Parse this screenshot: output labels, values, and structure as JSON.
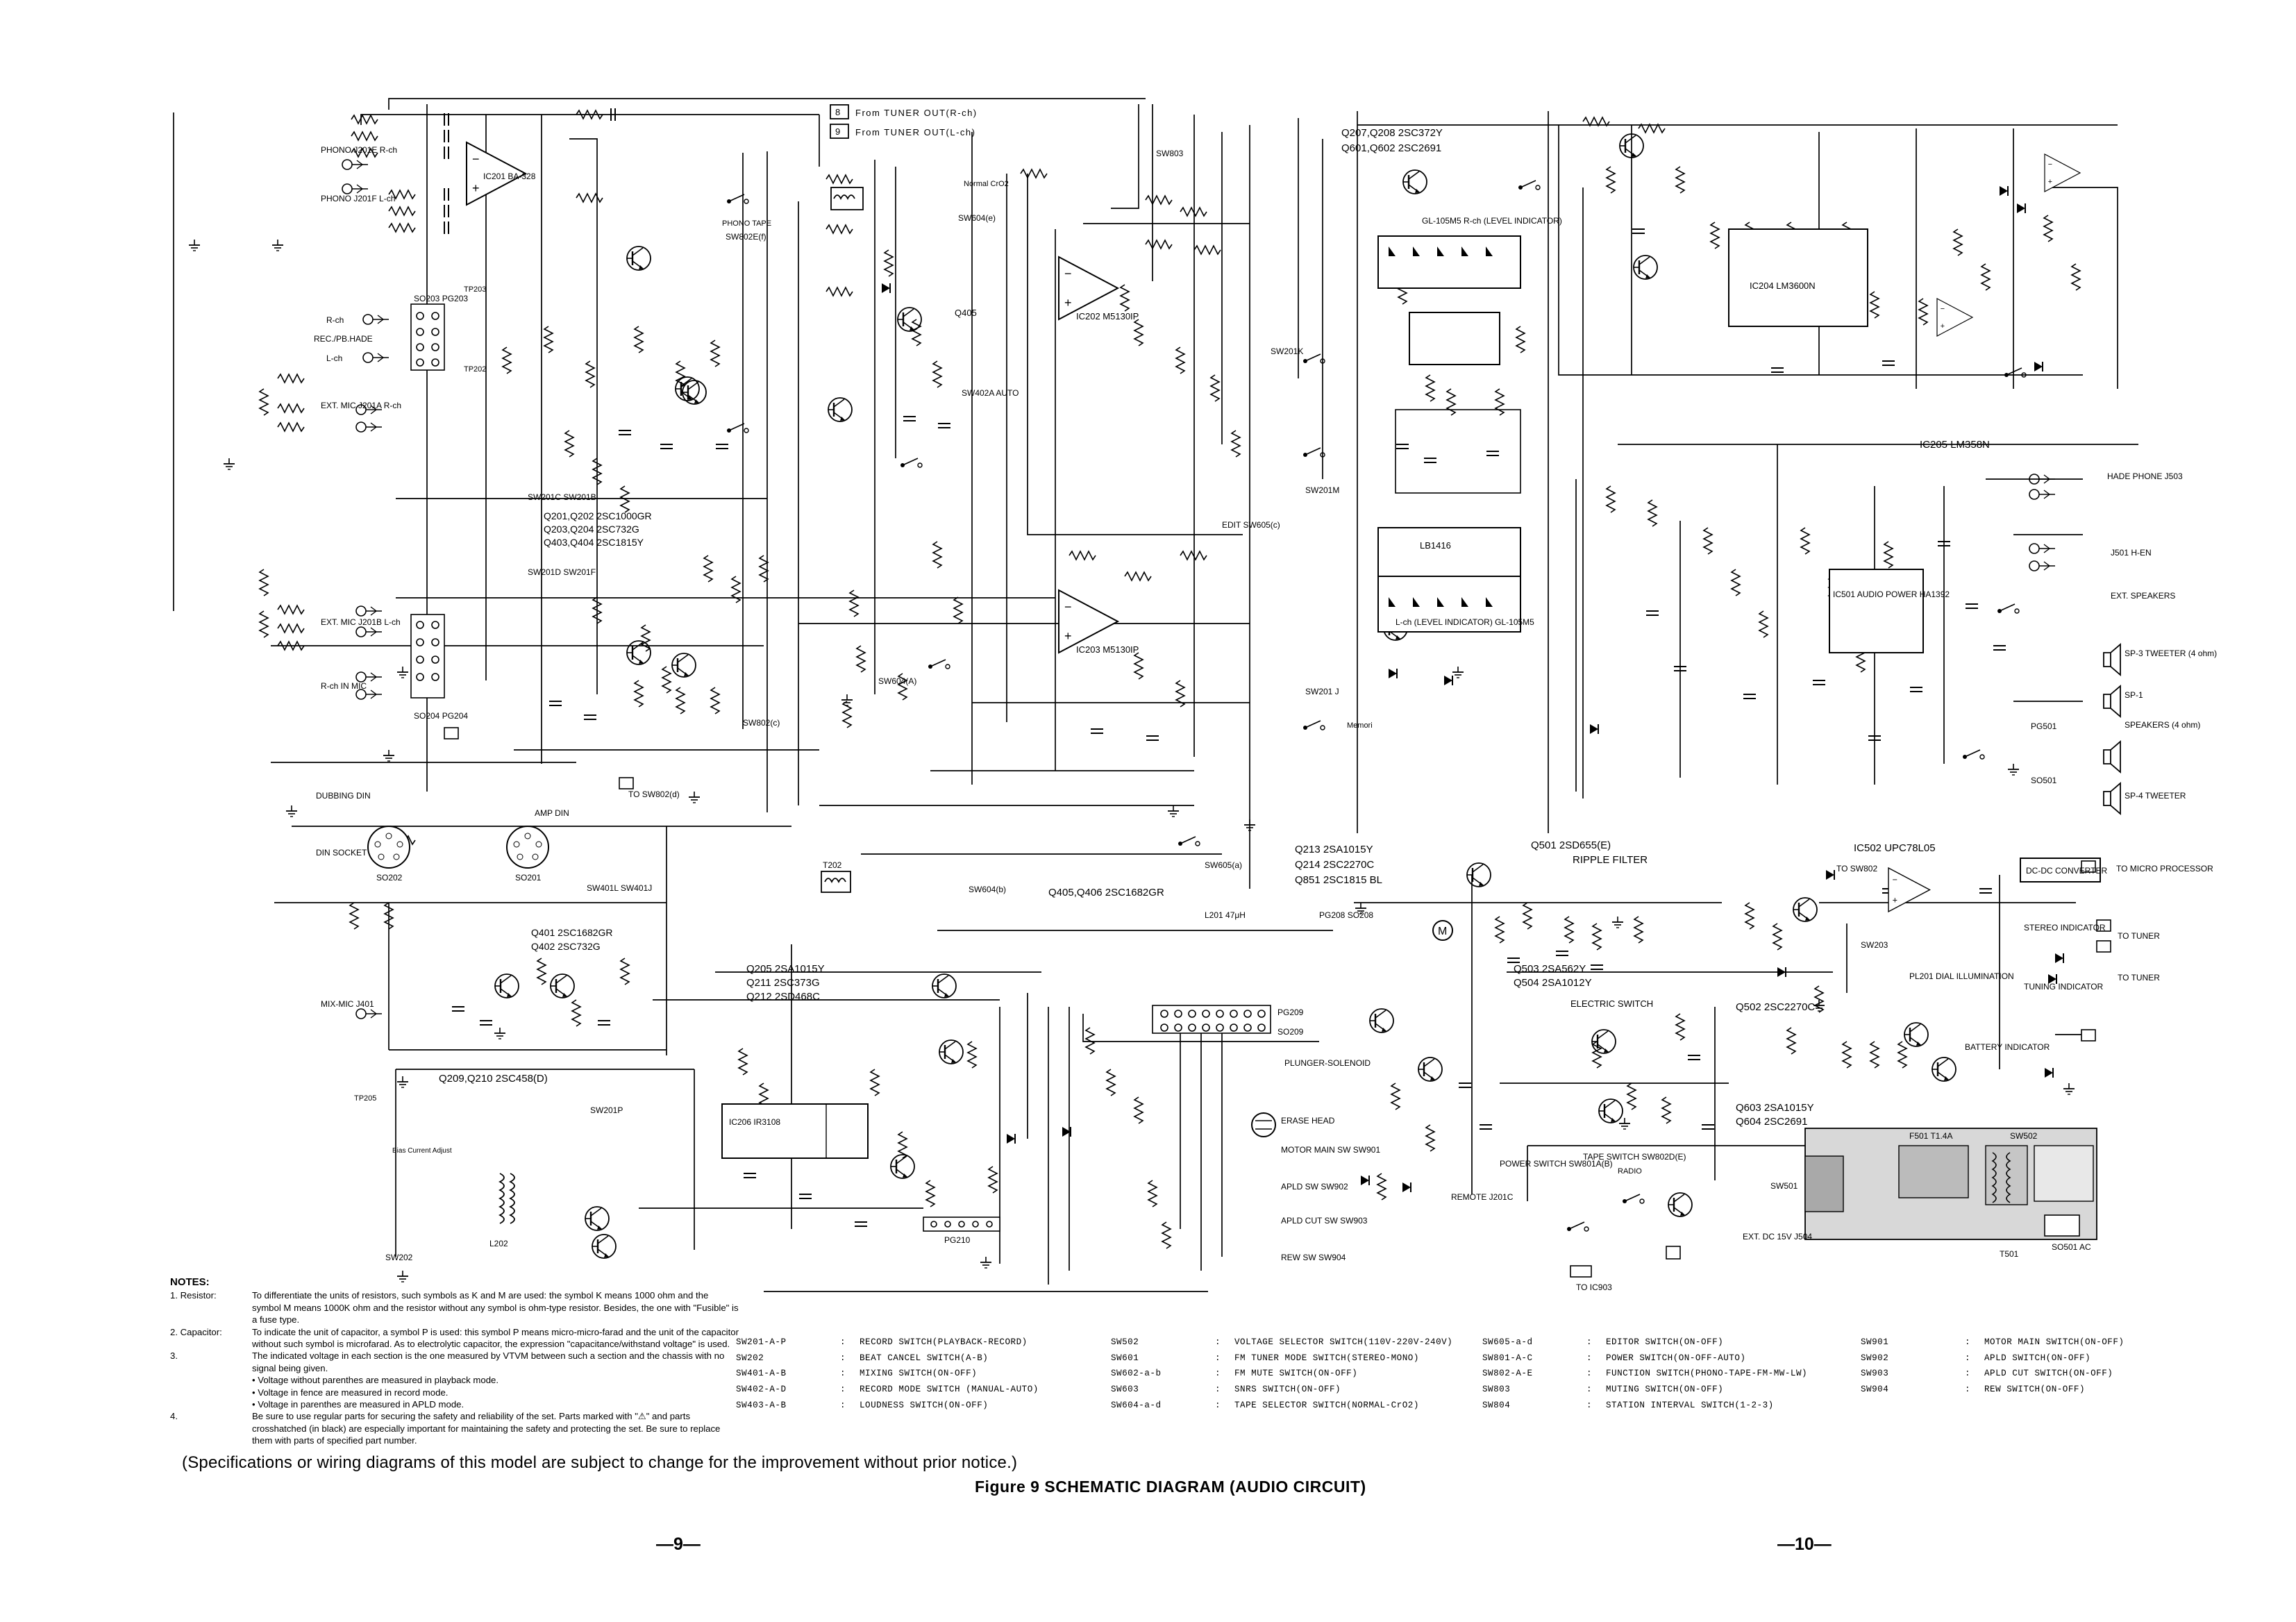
{
  "figure": {
    "title": "Figure 9 SCHEMATIC DIAGRAM (AUDIO CIRCUIT)",
    "disclaimer": "(Specifications or wiring diagrams of this model are subject to change for the improvement without prior notice.)",
    "page_left": "—9—",
    "page_right": "—10—"
  },
  "notes": {
    "header": "NOTES:",
    "items": [
      {
        "label": "1. Resistor:",
        "text": "To differentiate the units of resistors, such symbols as K and M are used: the symbol K means 1000 ohm and the symbol M means 1000K ohm and the resistor without any symbol is ohm-type resistor. Besides, the one with \"Fusible\" is a fuse type."
      },
      {
        "label": "2. Capacitor:",
        "text": "To indicate the unit of capacitor, a symbol P is used: this symbol P means micro-micro-farad and the unit of the capacitor without such symbol is microfarad. As to electrolytic capacitor, the expression \"capacitance/withstand voltage\" is used."
      },
      {
        "label": "3.",
        "text": "The indicated voltage in each section is the one measured by VTVM between such a section and the chassis with no signal being given."
      },
      {
        "label": "4.",
        "text": "Be sure to use regular parts for securing the safety and reliability of the set. Parts marked with \"⚠\" and parts crosshatched (in black) are especially important for maintaining the safety and protecting the set. Be sure to replace them with parts of specified part number."
      }
    ],
    "voltage_lines": [
      "• Voltage without parenthes are measured in playback mode.",
      "• Voltage in fence are measured in record mode.",
      "• Voltage in parenthes are measured in APLD mode."
    ]
  },
  "switch_table": {
    "col1": [
      {
        "k": "SW201-A-P",
        "v": "RECORD SWITCH(PLAYBACK-RECORD)"
      },
      {
        "k": "SW202",
        "v": "BEAT CANCEL SWITCH(A-B)"
      },
      {
        "k": "SW401-A-B",
        "v": "MIXING SWITCH(ON-OFF)"
      },
      {
        "k": "SW402-A-D",
        "v": "RECORD MODE SWITCH (MANUAL-AUTO)"
      },
      {
        "k": "SW403-A-B",
        "v": "LOUDNESS SWITCH(ON-OFF)"
      }
    ],
    "col2": [
      {
        "k": "SW502",
        "v": "VOLTAGE SELECTOR SWITCH(110V-220V-240V)"
      },
      {
        "k": "SW601",
        "v": "FM TUNER MODE SWITCH(STEREO-MONO)"
      },
      {
        "k": "SW602-a-b",
        "v": "FM MUTE SWITCH(ON-OFF)"
      },
      {
        "k": "SW603",
        "v": "SNRS SWITCH(ON-OFF)"
      },
      {
        "k": "SW604-a-d",
        "v": "TAPE SELECTOR SWITCH(NORMAL-CrO2)"
      }
    ],
    "col3": [
      {
        "k": "SW605-a-d",
        "v": "EDITOR SWITCH(ON-OFF)"
      },
      {
        "k": "SW801-A-C",
        "v": "POWER SWITCH(ON-OFF-AUTO)"
      },
      {
        "k": "SW802-A-E",
        "v": "FUNCTION SWITCH(PHONO-TAPE-FM-MW-LW)"
      },
      {
        "k": "SW803",
        "v": "MUTING SWITCH(ON-OFF)"
      },
      {
        "k": "SW804",
        "v": "STATION INTERVAL SWITCH(1-2-3)"
      }
    ],
    "col4": [
      {
        "k": "SW901",
        "v": "MOTOR MAIN SWITCH(ON-OFF)"
      },
      {
        "k": "SW902",
        "v": "APLD SWITCH(ON-OFF)"
      },
      {
        "k": "SW903",
        "v": "APLD CUT SWITCH(ON-OFF)"
      },
      {
        "k": "SW904",
        "v": "REW SWITCH(ON-OFF)"
      }
    ]
  },
  "labels": {
    "from_tuner_r": "From TUNER OUT(R-ch)",
    "from_tuner_l": "From TUNER OUT(L-ch)",
    "tuner_num_r": "8",
    "tuner_num_l": "9",
    "phono_r": "PHONO J201E R-ch",
    "phono_l": "PHONO J201F L-ch",
    "ic201": "IC201 BA-328",
    "rec_pb_hade": "REC./PB.HADE",
    "r_ch": "R-ch",
    "l_ch": "L-ch",
    "ext_mic_r": "EXT. MIC J201A R-ch",
    "ext_mic_l": "EXT. MIC J201B L-ch",
    "r_ch_in_mic": "R-ch IN MIC",
    "so203": "SO203 PG203",
    "so204": "SO204 PG204",
    "q201_list1": "Q201,Q202    2SC1000GR",
    "q201_list2": "Q203,Q204    2SC732G",
    "q201_list3": "Q403,Q404    2SC1815Y",
    "sw201c": "SW201C SW201B",
    "sw201d": "SW201D SW201F",
    "ic202": "IC202 M5130IP",
    "ic203": "IC203 M5130IP",
    "q405": "Q405",
    "sw402a": "SW402A AUTO",
    "dubbing_din": "DUBBING DIN",
    "din_socket": "DIN SOCKET",
    "so202": "SO202",
    "so201": "SO201",
    "amp_din": "AMP DIN",
    "sw401l": "SW401L SW401J",
    "to_sw802": "TO SW802(d)",
    "q401_list1": "Q401    2SC1682GR",
    "q401_list2": "Q402    2SC732G",
    "mix_mic": "MIX-MIC J401",
    "q405_406": "Q405,Q406 2SC1682GR",
    "t202": "T202",
    "q207": "Q207,Q208   2SC372Y",
    "q601": "Q601,Q602   2SC2691",
    "gl105m5": "GL-105M5 R-ch (LEVEL INDICATOR)",
    "lb1416": "LB1416",
    "level_indicator_l": "L-ch (LEVEL INDICATOR) GL-105M5",
    "ic204": "IC204 LM3600N",
    "ic205": "IC205 LM358N",
    "hade_phone": "HADE PHONE J503",
    "ic501": "IC501 AUDIO POWER HA1392",
    "j501": "J501 H-EN",
    "ext_speakers": "EXT. SPEAKERS",
    "sp3": "SP-3 TWEETER (4 ohm)",
    "sp1": "SP-1",
    "speakers": "SPEAKERS (4 ohm)",
    "sp4": "SP-4 TWEETER",
    "pg501": "PG501",
    "so501": "SO501",
    "q213_list1": "Q213    2SA1015Y",
    "q213_list2": "Q214    2SC2270C",
    "q213_list3": "Q851    2SC1815 BL",
    "l201": "L201 47μH",
    "pg208": "PG208 SO208",
    "q501": "Q501    2SD655(E)",
    "ripple_filter": "RIPPLE FILTER",
    "ic502": "IC502    UPC78L05",
    "dc_dc": "DC-DC CONVERTER",
    "to_micro": "TO MICRO PROCESSOR",
    "to_sw802_a": "TO SW802",
    "stereo_ind": "STEREO INDICATOR",
    "tuning_ind": "TUNING INDICATOR",
    "to_tuner": "TO TUNER",
    "sw203": "SW203",
    "pl201": "PL201 DIAL ILLUMINATION",
    "q205_list1": "Q205    2SA1015Y",
    "q205_list2": "Q211    2SC373G",
    "q205_list3": "Q212    2SD468C",
    "pg209": "PG209",
    "so209": "SO209",
    "plunger": "PLUNGER-SOLENOID",
    "erase_head": "ERASE HEAD",
    "motor_main": "MOTOR MAIN SW SW901",
    "apld_sw": "APLD SW SW902",
    "apld_cut": "APLD CUT SW SW903",
    "rew_sw": "REW SW SW904",
    "q503_list1": "Q503    2SA562Y",
    "q503_list2": "Q504    2SA1012Y",
    "electric_switch": "ELECTRIC SWITCH",
    "q502": "Q502    2SC2270C",
    "battery_ind": "BATTERY INDICATOR",
    "q603_list1": "Q603    2SA1015Y",
    "q603_list2": "Q604    2SC2691",
    "power_switch": "POWER SWITCH SW801A(B)",
    "tape_switch": "TAPE SWITCH SW802D(E)",
    "radio": "RADIO",
    "remote": "REMOTE J201C",
    "to_ic903": "TO IC903",
    "ext_dc": "EXT. DC 15V J504",
    "t501": "T501",
    "so501_ac": "SO501 AC",
    "f501": "F501  T1.4A",
    "sw502": "SW502",
    "sw501": "SW501",
    "q209": "Q209,Q210    2SC458(D)",
    "ic206": "IC206 IR3108",
    "pg210": "PG210",
    "l202": "L202",
    "sw202": "SW202",
    "sw201p": "SW201P",
    "tp205": "TP205",
    "bias_current": "Bias Current Adjust",
    "tp203": "TP203",
    "tp202": "TP202",
    "sw201k": "SW201K",
    "sw201m": "SW201M",
    "sw201j": "SW201 J",
    "memori": "Memori",
    "edit": "EDIT SW605(c)",
    "sw605a": "SW605(a)",
    "sw803": "SW803",
    "sw604e": "SW604(e)",
    "sw604a": "SW604(A)",
    "sw604b": "SW604(b)",
    "sw802f": "SW802E(f)",
    "sw802c": "SW802(c)",
    "phono_tape": "PHONO TAPE",
    "normal_cro2": "Normal CrO2"
  }
}
